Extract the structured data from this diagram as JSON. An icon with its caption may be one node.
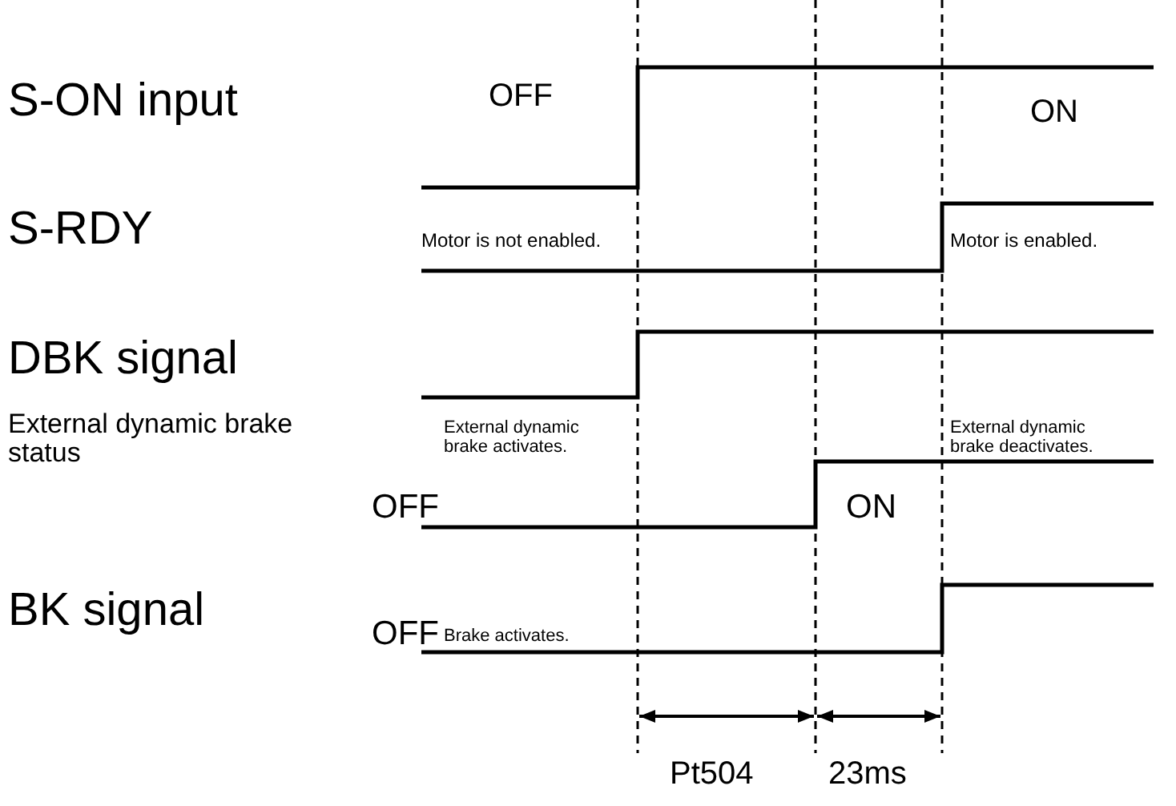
{
  "diagram": {
    "labels": [
      "S-ON input",
      "OFF",
      "ON",
      "S-RDY",
      "Motor is not enabled.",
      "Motor is enabled.",
      "DBK signal",
      "External dynamic brake status",
      "OFF",
      "External dynamic brake activates.",
      "ON",
      "External dynamic brake deactivates.",
      "BK signal",
      "OFF",
      "Brake activates.",
      "Pt504",
      "23ms"
    ]
  }
}
